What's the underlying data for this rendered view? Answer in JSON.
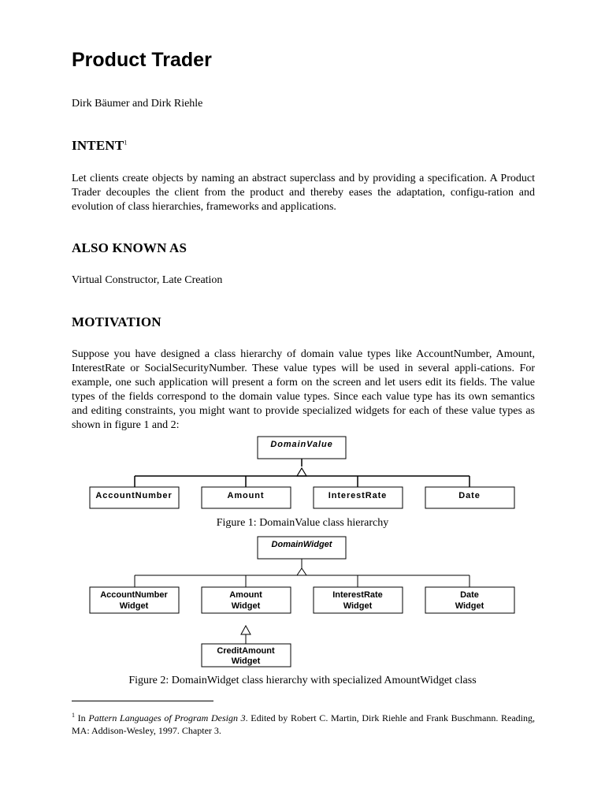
{
  "title": "Product Trader",
  "authors": "Dirk Bäumer and Dirk Riehle",
  "sections": {
    "intent": {
      "heading": "INTENT",
      "footnote_mark": "1",
      "text": "Let clients create objects by naming an abstract superclass and by providing a specification. A Product Trader decouples the client from the product and thereby eases the adaptation, configu-ration and evolution of class hierarchies, frameworks and applications."
    },
    "also_known_as": {
      "heading": "ALSO KNOWN AS",
      "text": "Virtual Constructor, Late Creation"
    },
    "motivation": {
      "heading": "MOTIVATION",
      "text": "Suppose you have designed a class hierarchy of domain value types like AccountNumber, Amount, InterestRate or SocialSecurityNumber. These value types will be used in several appli-cations. For example, one such application will present a form on the screen and let users edit its fields. The value types of the fields correspond to the domain value types. Since each value type has its own semantics and editing constraints, you might want to provide specialized widgets for each of these value types as shown in figure 1 and 2:"
    }
  },
  "figure1": {
    "root": "DomainValue",
    "children": [
      "AccountNumber",
      "Amount",
      "InterestRate",
      "Date"
    ],
    "caption": "Figure 1: DomainValue class hierarchy"
  },
  "figure2": {
    "root": "DomainWidget",
    "children": [
      {
        "line1": "AccountNumber",
        "line2": "Widget"
      },
      {
        "line1": "Amount",
        "line2": "Widget"
      },
      {
        "line1": "InterestRate",
        "line2": "Widget"
      },
      {
        "line1": "Date",
        "line2": "Widget"
      }
    ],
    "sub_child": {
      "line1": "CreditAmount",
      "line2": "Widget"
    },
    "caption": "Figure 2: DomainWidget class hierarchy with specialized AmountWidget class"
  },
  "footnote": {
    "mark": "1",
    "prefix": " In ",
    "book": "Pattern Languages of Program Design 3",
    "rest": ". Edited by Robert C. Martin, Dirk Riehle and Frank Buschmann. Reading, MA: Addison-Wesley, 1997. Chapter 3."
  }
}
